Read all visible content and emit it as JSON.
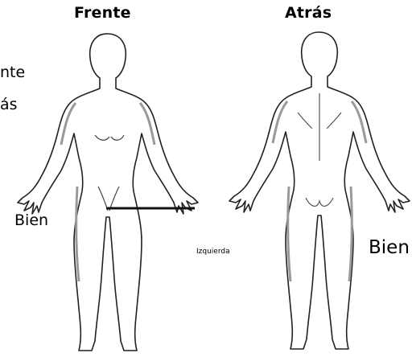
{
  "headings": {
    "front": "Frente",
    "back": "Atrás"
  },
  "side_labels": {
    "top_fragment_1": "nte",
    "top_fragment_2": "ás"
  },
  "labels": {
    "right_of_front": "Bien",
    "center_left": "Izquierda",
    "right_of_back": "Bien"
  }
}
